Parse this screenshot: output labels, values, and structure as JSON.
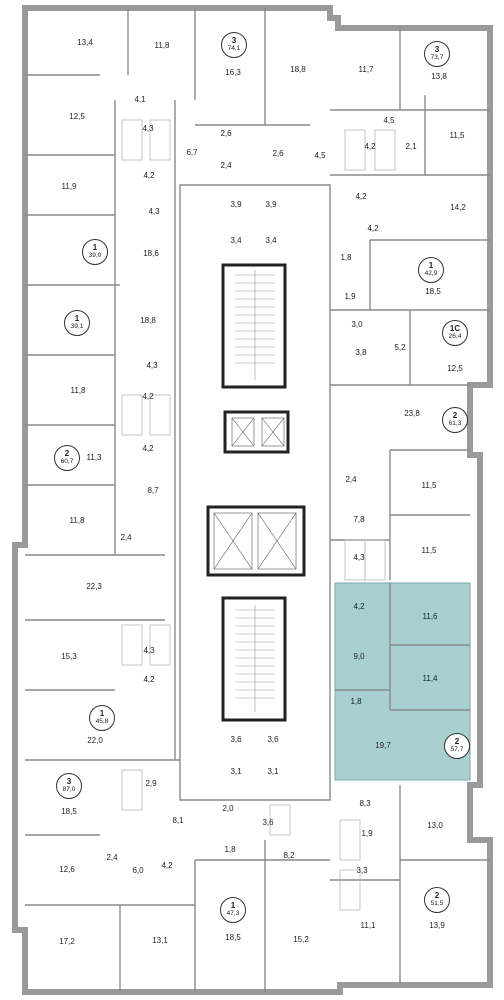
{
  "colors": {
    "highlight": "#a8d0d0",
    "wall": "#8a8a8a",
    "core": "#222222"
  },
  "badges": [
    {
      "rooms": "3",
      "total": "74,1"
    },
    {
      "rooms": "3",
      "total": "73,7"
    },
    {
      "rooms": "1",
      "total": "39,0"
    },
    {
      "rooms": "1",
      "total": "42,9"
    },
    {
      "rooms": "1",
      "total": "39,1"
    },
    {
      "rooms": "1С",
      "total": "26,4"
    },
    {
      "rooms": "2",
      "total": "61,3"
    },
    {
      "rooms": "2",
      "total": "60,7"
    },
    {
      "rooms": "1",
      "total": "45,8"
    },
    {
      "rooms": "2",
      "total": "57,7"
    },
    {
      "rooms": "3",
      "total": "87,0"
    },
    {
      "rooms": "2",
      "total": "51,5"
    },
    {
      "rooms": "1",
      "total": "47,3"
    }
  ],
  "rooms": [
    "13,4",
    "11,8",
    "16,3",
    "18,8",
    "11,7",
    "13,8",
    "12,5",
    "4,1",
    "4,3",
    "6,7",
    "2,6",
    "2,6",
    "4,5",
    "4,2",
    "2,1",
    "11,5",
    "2,4",
    "4,2",
    "4,5",
    "11,9",
    "4,3",
    "4,2",
    "14,2",
    "3,9",
    "3,9",
    "3,4",
    "3,4",
    "4,2",
    "18,6",
    "1,8",
    "18,5",
    "1,9",
    "18,8",
    "3,0",
    "5,2",
    "3,8",
    "12,5",
    "4,3",
    "11,8",
    "23,8",
    "4,2",
    "4,2",
    "11,3",
    "2,4",
    "11,5",
    "8,7",
    "11,8",
    "7,8",
    "2,4",
    "11,5",
    "4,3",
    "22,3",
    "4,2",
    "11,6",
    "15,3",
    "4,3",
    "9,0",
    "4,2",
    "11,4",
    "1,8",
    "22,0",
    "19,7",
    "3,6",
    "3,6",
    "3,1",
    "3,1",
    "2,9",
    "18,5",
    "8,1",
    "2,0",
    "8,3",
    "3,6",
    "13,0",
    "1,9",
    "12,6",
    "2,4",
    "6,0",
    "4,2",
    "1,8",
    "8,2",
    "3,3",
    "17,2",
    "13,1",
    "18,5",
    "15,2",
    "11,1",
    "13,9"
  ]
}
